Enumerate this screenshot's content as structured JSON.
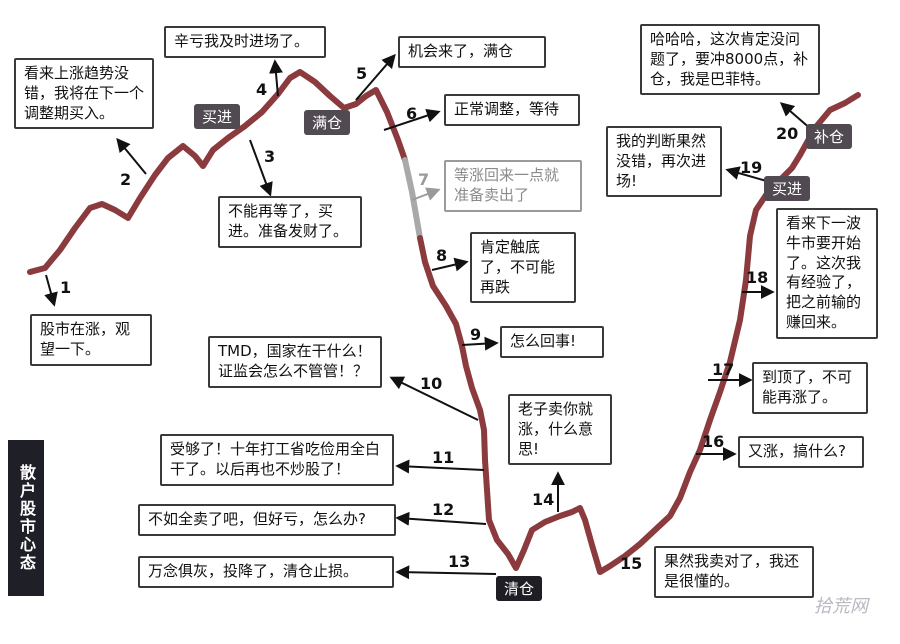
{
  "title": "散户股市心态",
  "watermark": "拾荒网",
  "colors": {
    "curve": "#8b3a3d",
    "curve_faded": "#a9a9a9",
    "tag_bg": "#524a52",
    "tag_dark": "#1e1e24"
  },
  "tags": {
    "buy1": "买进",
    "full": "满仓",
    "clear": "清仓",
    "buy2": "买进",
    "add": "补仓"
  },
  "steps": [
    {
      "num": "1",
      "text": "股市在涨，观望一下。"
    },
    {
      "num": "2",
      "text": "看来上涨趋势没错，我将在下一个调整期买入。"
    },
    {
      "num": "3",
      "text": "不能再等了，买进。准备发财了。"
    },
    {
      "num": "4",
      "text": "辛亏我及时进场了。"
    },
    {
      "num": "5",
      "text": "机会来了，满仓"
    },
    {
      "num": "6",
      "text": "正常调整，等待"
    },
    {
      "num": "7",
      "text": "等涨回来一点就准备卖出了"
    },
    {
      "num": "8",
      "text": "肯定触底了，不可能再跌"
    },
    {
      "num": "9",
      "text": "怎么回事!"
    },
    {
      "num": "10",
      "text": "TMD，国家在干什么！证监会怎么不管管！？"
    },
    {
      "num": "11",
      "text": "受够了！十年打工省吃俭用全白干了。以后再也不炒股了！"
    },
    {
      "num": "12",
      "text": "不如全卖了吧，但好亏，怎么办?"
    },
    {
      "num": "13",
      "text": "万念俱灰，投降了，清仓止损。"
    },
    {
      "num": "14",
      "text": "老子卖你就涨，什么意思!"
    },
    {
      "num": "15",
      "text": "果然我卖对了，我还是很懂的。"
    },
    {
      "num": "16",
      "text": "又涨，搞什么?"
    },
    {
      "num": "17",
      "text": "到顶了，不可能再涨了。"
    },
    {
      "num": "18",
      "text": "看来下一波牛市要开始了。这次我有经验了，把之前输的赚回来。"
    },
    {
      "num": "19",
      "text": "我的判断果然没错，再次进场!"
    },
    {
      "num": "20",
      "text": "哈哈哈，这次肯定没问题了，要冲8000点，补仓，我是巴菲特。"
    }
  ]
}
